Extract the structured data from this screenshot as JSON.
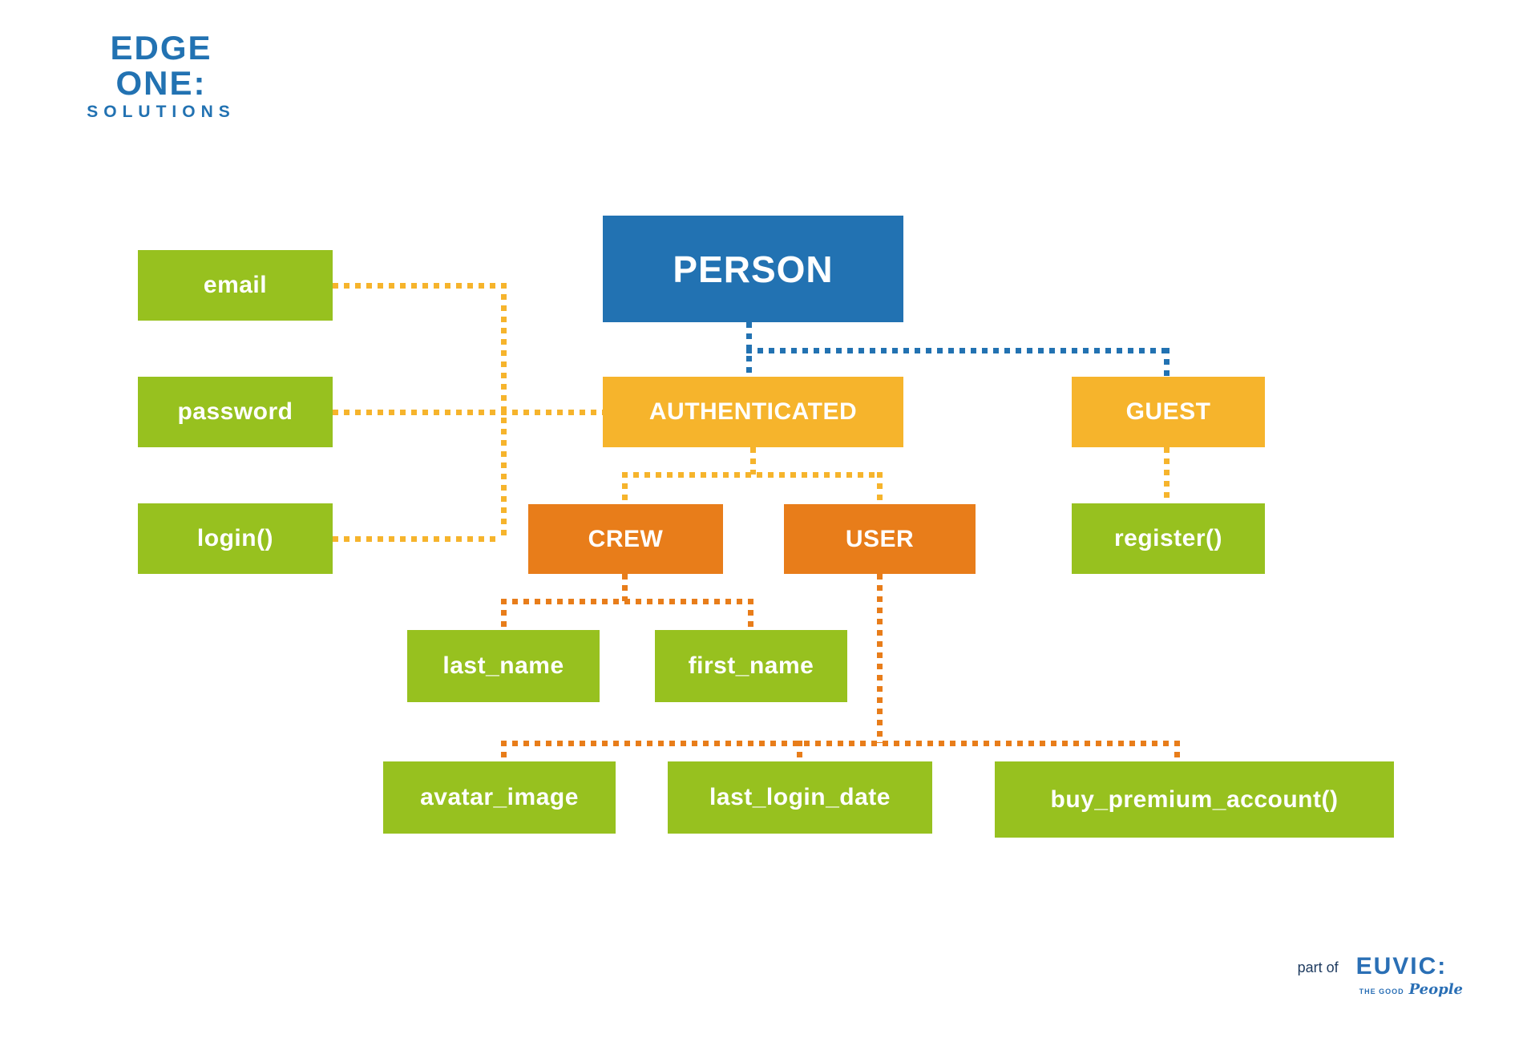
{
  "logo": {
    "line1": "EDGE ONE:",
    "line2": "SOLUTIONS"
  },
  "footer": {
    "part_of": "part of",
    "brand": "EUVIC:",
    "tagline_small": "THE GOOD",
    "tagline_script": "People"
  },
  "colors": {
    "class_root": "#2272b2",
    "class_level2": "#f6b42c",
    "class_level3": "#e87d1a",
    "attribute": "#97c11f",
    "connector_amber": "#f6b42c",
    "connector_orange": "#e87d1a",
    "connector_blue": "#2272b2"
  },
  "nodes": {
    "person": {
      "label": "PERSON"
    },
    "authenticated": {
      "label": "AUTHENTICATED"
    },
    "guest": {
      "label": "GUEST"
    },
    "crew": {
      "label": "CREW"
    },
    "user": {
      "label": "USER"
    },
    "email": {
      "label": "email"
    },
    "password": {
      "label": "password"
    },
    "login": {
      "label": "login()"
    },
    "register": {
      "label": "register()"
    },
    "last_name": {
      "label": "last_name"
    },
    "first_name": {
      "label": "first_name"
    },
    "avatar_image": {
      "label": "avatar_image"
    },
    "last_login_date": {
      "label": "last_login_date"
    },
    "buy_premium_account": {
      "label": "buy_premium_account()"
    }
  }
}
